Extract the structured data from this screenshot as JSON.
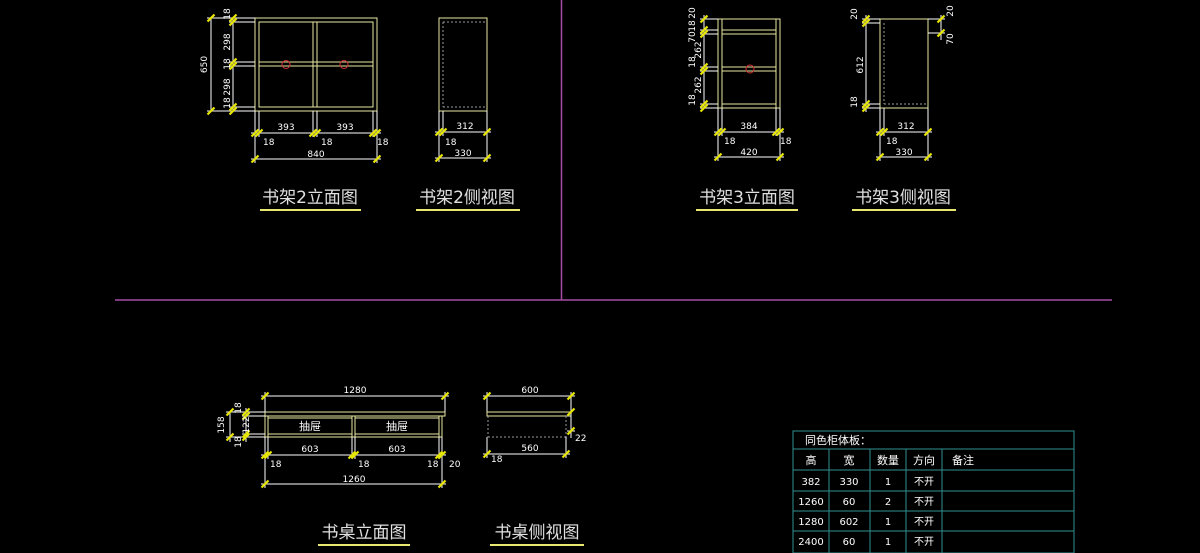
{
  "colors": {
    "background": "#000000",
    "outline": "#e8e8a0",
    "dimension": "#ffffff",
    "tick": "#e6e600",
    "dashed": "#9a9a9a",
    "divider": "#a64ca6",
    "table_line": "#2f8f8f",
    "handle": "#d03030",
    "title": "#e0e0e0",
    "underline": "#e8e870"
  },
  "drawings": {
    "shelf2_front": {
      "title": "书架2立面图",
      "dims": {
        "total_width": "840",
        "inner_left": "393",
        "inner_right": "393",
        "left_panel": "18",
        "mid_panel": "18",
        "right_panel": "18",
        "height": "650",
        "top": "18",
        "upper_gap": "298",
        "middle": "18",
        "lower_gap": "298",
        "bottom": "18"
      }
    },
    "shelf2_side": {
      "title": "书架2侧视图",
      "dims": {
        "inner": "312",
        "depth": "330",
        "panel": "18"
      }
    },
    "shelf3_front": {
      "title": "书架3立面图",
      "dims": {
        "top1": "20",
        "top2": "18",
        "top_gap": "70",
        "upper_gap": "262",
        "middle": "18",
        "lower_gap": "262",
        "bottom": "18",
        "inner_width": "384",
        "total_width": "420",
        "left_panel": "18",
        "right_panel": "18"
      }
    },
    "shelf3_side": {
      "title": "书架3侧视图",
      "dims": {
        "top": "20",
        "height": "612",
        "bottom": "18",
        "right_top": "20",
        "right_gap": "70",
        "inner": "312",
        "depth": "330",
        "panel": "18"
      }
    },
    "desk_front": {
      "title": "书桌立面图",
      "drawer_left": "抽屉",
      "drawer_right": "抽屉",
      "dims": {
        "top_width": "1280",
        "bottom_width": "1260",
        "left_inner": "603",
        "right_inner": "603",
        "panel_left": "18",
        "panel_mid": "18",
        "panel_right": "18",
        "panel_end": "20",
        "height": "158",
        "top": "18",
        "drawer_height": "122",
        "bottom": "18"
      }
    },
    "desk_side": {
      "title": "书桌侧视图",
      "dims": {
        "depth": "600",
        "inner": "560",
        "panel": "18",
        "thickness": "22"
      }
    }
  },
  "table": {
    "title": "同色柜体板：",
    "headers": [
      "高",
      "宽",
      "数量",
      "方向",
      "备注"
    ],
    "rows": [
      [
        "382",
        "330",
        "1",
        "不开",
        ""
      ],
      [
        "1260",
        "60",
        "2",
        "不开",
        ""
      ],
      [
        "1280",
        "602",
        "1",
        "不开",
        ""
      ],
      [
        "2400",
        "60",
        "1",
        "不开",
        ""
      ]
    ]
  }
}
